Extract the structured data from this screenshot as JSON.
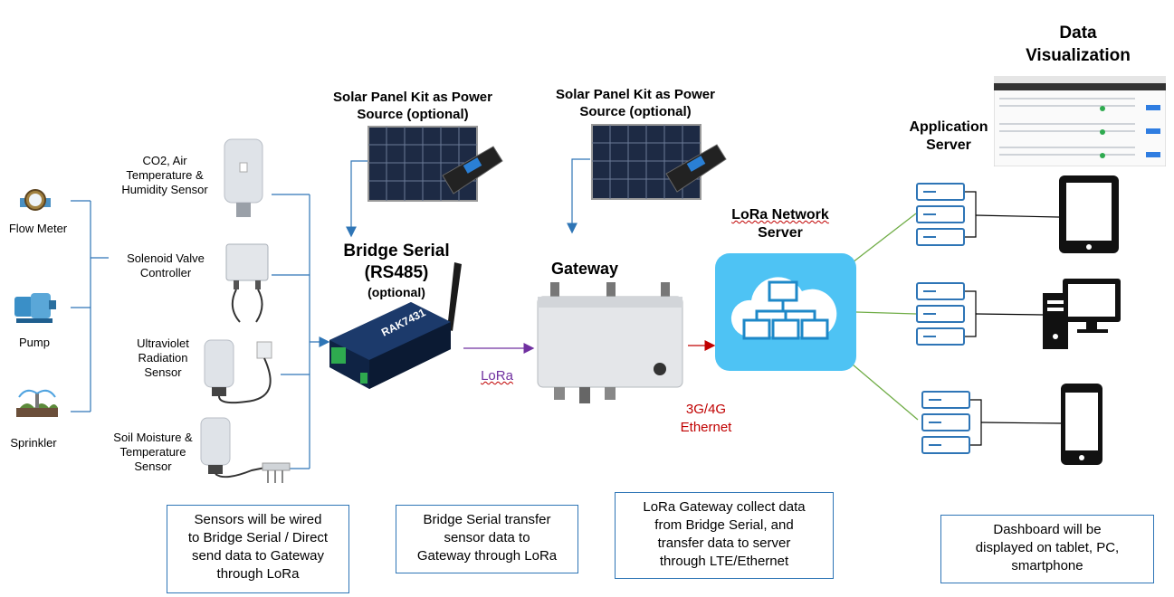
{
  "title": {
    "line1": "Data",
    "line2": "Visualization"
  },
  "devices": {
    "flow_meter": "Flow Meter",
    "pump": "Pump",
    "sprinkler": "Sprinkler"
  },
  "sensors": {
    "co2": [
      "CO2, Air",
      "Temperature &",
      "Humidity Sensor"
    ],
    "solenoid": [
      "Solenoid Valve",
      "Controller"
    ],
    "uv": [
      "Ultraviolet",
      "Radiation",
      "Sensor"
    ],
    "soil": [
      "Soil Moisture &",
      "Temperature",
      "Sensor"
    ]
  },
  "solar1": [
    "Solar Panel Kit as Power",
    "Source (optional)"
  ],
  "solar2": [
    "Solar Panel Kit as Power",
    "Source (optional)"
  ],
  "bridge": {
    "line1": "Bridge Serial",
    "line2": "(RS485)",
    "line3": "(optional)",
    "device_label": "RAK7431"
  },
  "gateway": {
    "title": "Gateway"
  },
  "lora_label": "LoRa",
  "backhaul": [
    "3G/4G",
    "Ethernet"
  ],
  "network_server": [
    "LoRa Network",
    "Server"
  ],
  "app_server": [
    "Application",
    "Server"
  ],
  "notes": {
    "sensors": [
      "Sensors will be wired",
      "to Bridge Serial / Direct",
      "send data to Gateway",
      "through LoRa"
    ],
    "bridge": [
      "Bridge Serial transfer",
      "sensor data to",
      "Gateway through LoRa"
    ],
    "gateway": [
      "LoRa Gateway collect data",
      "from Bridge Serial, and",
      "transfer data to server",
      "through LTE/Ethernet"
    ],
    "dashboard": [
      "Dashboard will be",
      "displayed on tablet, PC,",
      "smartphone"
    ]
  },
  "colors": {
    "line_blue": "#2e75b6",
    "lora_arrow": "#7030a0",
    "eth_arrow": "#c00000",
    "green": "#70ad47",
    "cloud": "#4fc3f7"
  }
}
